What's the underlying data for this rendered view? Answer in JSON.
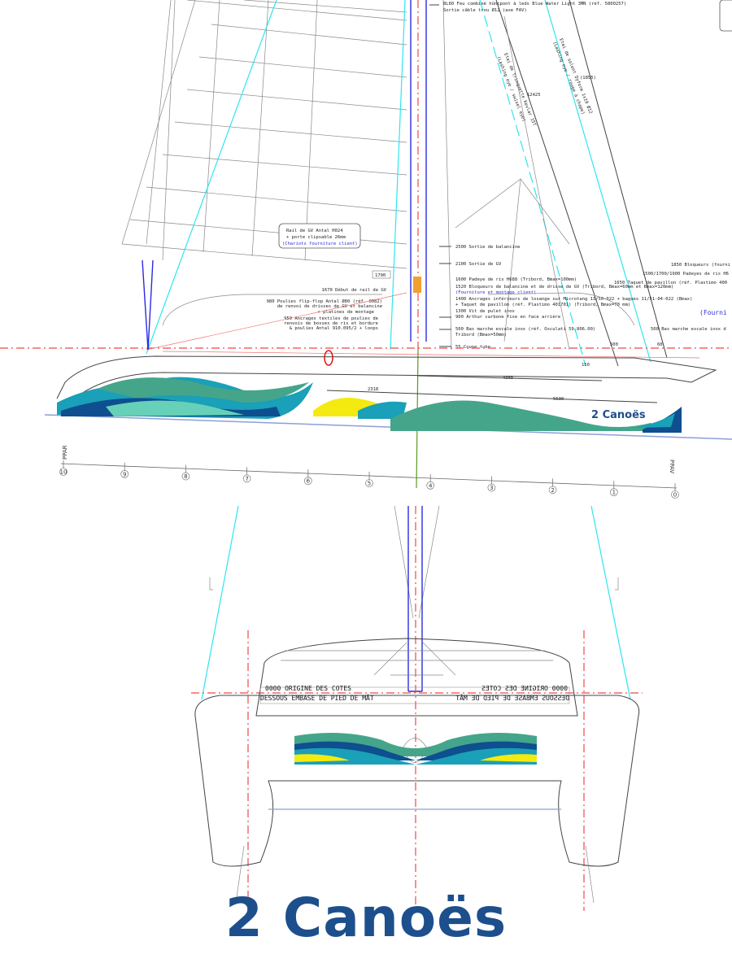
{
  "side_view": {
    "labels_top": {
      "bloc_feu": "8L60 Feu combiné hûnipont à leds Blue Water Light 3MN (réf. 5800257)",
      "sortie_cable": "Sortie câble trou Ø12 (axe FAV)",
      "etai_solent": "Etai de solent Dyform 1x19 Ø12",
      "etai_solent_sub": "(Lashing eye / rouge à chape)",
      "etai_trinquette": "Etai de trinquette Kevlar 15T",
      "etai_trinquette_sub": "(Lashing eye / swivel eye)",
      "dim_12425": "12425",
      "dim_1855": "(1855)"
    },
    "rail_box": {
      "line1": "Rail de GV Antal H024",
      "line2": "+ porte clipsable 26mm",
      "line3": "(Chariots fourniture client)"
    },
    "mast_labels": [
      {
        "text": "2500 Sortie de balancine"
      },
      {
        "text": "2100 Sortie de GV"
      },
      {
        "text": "1600 Padeye de ris H688 (Tribord, Bmax=100mm)"
      },
      {
        "text": "1520 Bloqueurs de balancine et de drisse de GV (Tribord, Bmax=60mm et Bmax=120mm)"
      },
      {
        "text": "(Fourniture et montage client)",
        "blue": true
      },
      {
        "text": "1400 Ancrages inférieurs de losange sur Microtang 11/50-022 + bagues 11/51-04-022 (Bmax)"
      },
      {
        "text": "+ Taquet de pavillon (réf. Plastimo 401701) (Tribord, Bmax=70 mm)"
      },
      {
        "text": "1300 Vit de pulet inox"
      },
      {
        "text": "900 Arthur carbone fixe en face arrière"
      },
      {
        "text": "500 Bas marche escale inox (réf. Osculati 59.806.00)"
      },
      {
        "text": "Tribord (Bmax=50mm)"
      },
      {
        "text": "55 Coupe tube"
      }
    ],
    "left_labels": [
      {
        "text": "1670 Début de rail de GV"
      },
      {
        "text": "980 Poulies flip-flop Antal Ø80 (réf. 0082)"
      },
      {
        "text": "de renvoi de drisses de GV et balancine"
      },
      {
        "text": "+ platines de montage"
      },
      {
        "text": "950 Ancrages textiles de poulies de"
      },
      {
        "text": "renvois de bosses de ris et bordure"
      },
      {
        "text": "& poulies Antal 910.095/2 + loops"
      }
    ],
    "right_labels": [
      {
        "text": "1850 Bloqueurs (fourni"
      },
      {
        "text": "1500/1700/1900 Padeyes de ris H6"
      },
      {
        "text": "1650 Taquet de pavillon (réf. Plastimo 400"
      },
      {
        "text": "(Fourni",
        "blue": true
      },
      {
        "text": "500 Bas marche escale inox d"
      }
    ],
    "box_1700": "1700",
    "dims": {
      "d2318": "2318",
      "d4365": "4365",
      "d5630": "5630",
      "d500": "500",
      "d60": "60",
      "d150": "150"
    },
    "hull_brand": "2 Canoës",
    "stations": [
      "10",
      "9",
      "8",
      "7",
      "6",
      "5",
      "4",
      "3",
      "2",
      "1",
      "0"
    ],
    "ppar": "PPAR",
    "ppav": "PPAV"
  },
  "front_view": {
    "origin_left": "0000 ORIGINE DES COTES",
    "origin_right": "0000 ORIGINE DES COTES",
    "base_left": "DESSOUS EMBASE DE PIED DE MÂT",
    "base_right": "DESSOUS EMBASE DE PIED DE MÂT"
  },
  "brand_title": "2 Canoës",
  "colors": {
    "brand": "#1d4f8c",
    "wave_green": "#45a58a",
    "wave_teal": "#1aa0b8",
    "wave_navy": "#0d4f8f",
    "wave_yellow": "#f5ea10",
    "mast_blue": "#2a2ae0",
    "axis_red": "#f04848",
    "stay_cyan": "#2ee6ee"
  }
}
